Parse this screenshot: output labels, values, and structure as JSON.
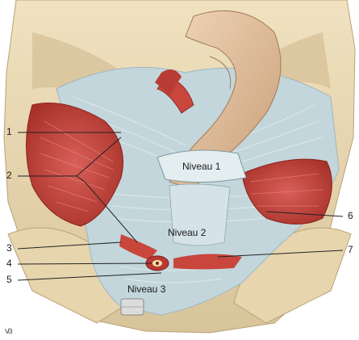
{
  "figure": {
    "regions": [
      {
        "key": "niveau1",
        "label": "Niveau 1"
      },
      {
        "key": "niveau2",
        "label": "Niveau 2"
      },
      {
        "key": "niveau3",
        "label": "Niveau 3"
      }
    ],
    "callouts": [
      "1",
      "2",
      "3",
      "4",
      "5",
      "6",
      "7"
    ],
    "signature": "ꟃ",
    "colors": {
      "bone": "#ead9b4",
      "bone_shadow": "#c8b488",
      "muscle": "#c8463c",
      "muscle_dark": "#9c2a25",
      "fascia": "#c3d6dc",
      "fascia_light": "#e1ecef",
      "organ": "#e3c3a0",
      "leader": "#222222"
    }
  }
}
